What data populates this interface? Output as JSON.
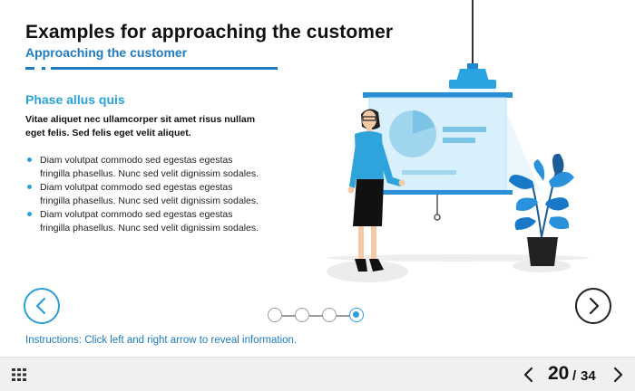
{
  "slide": {
    "title": "Examples for approaching the customer",
    "subtitle": "Approaching the customer",
    "phase_title": "Phase allus quis",
    "lead_text": "Vitae aliquet nec ullamcorper sit amet risus nullam eget felis. Sed felis eget velit aliquet.",
    "bullets": [
      "Diam volutpat commodo sed egestas egestas fringilla phasellus. Nunc sed velit dignissim sodales.",
      "Diam volutpat commodo sed egestas egestas fringilla phasellus. Nunc sed velit dignissim sodales.",
      "Diam volutpat commodo sed egestas egestas fringilla phasellus. Nunc sed velit dignissim sodales."
    ],
    "instructions": "Instructions: Click left and right arrow to reveal information."
  },
  "carousel": {
    "total_steps": 4,
    "active_step": 4,
    "prev_icon": "chevron-left-circle-icon",
    "next_icon": "chevron-right-circle-icon"
  },
  "footer": {
    "current_page": "20",
    "separator": "/",
    "total_pages": "34",
    "menu_icon": "grid-menu-icon",
    "prev_icon": "chevron-left-icon",
    "next_icon": "chevron-right-icon"
  },
  "colors": {
    "accent_blue": "#1f7bc1",
    "light_blue": "#29a4d9",
    "nav_blue": "#2b9fd8",
    "footer_bg": "#f0f0f0"
  }
}
